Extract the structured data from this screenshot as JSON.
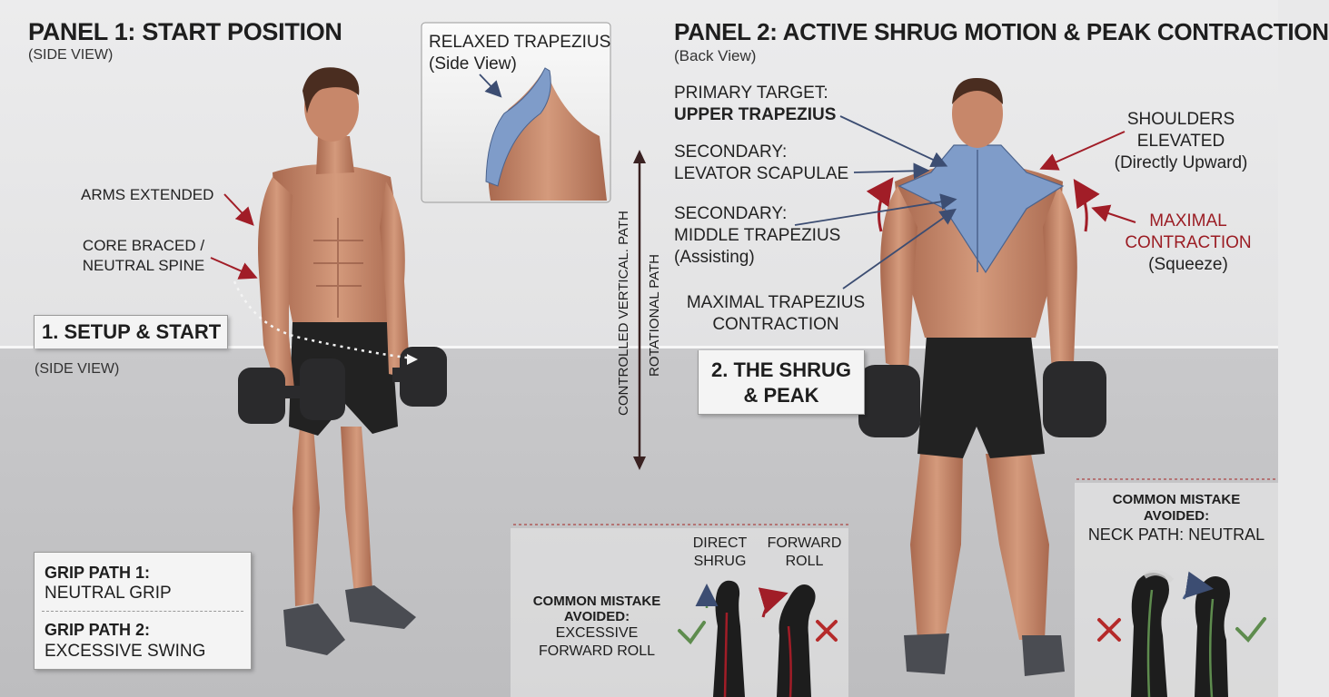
{
  "panel1": {
    "title": "PANEL 1: START POSITION",
    "subtitle": "(SIDE VIEW)",
    "inset": {
      "title": "RELAXED TRAPEZIUS",
      "subtitle": "(Side View)"
    },
    "labels": {
      "arms": "ARMS EXTENDED",
      "core_line1": "CORE BRACED /",
      "core_line2": "NEUTRAL SPINE"
    },
    "step_badge": "1. SETUP & START",
    "step_sub": "(SIDE VIEW)",
    "grip_box": {
      "path1_title": "GRIP PATH 1:",
      "path1_desc": "NEUTRAL GRIP",
      "path2_title": "GRIP PATH 2:",
      "path2_desc": "EXCESSIVE SWING"
    }
  },
  "motion": {
    "vertical": "CONTROLLED VERTICAL. PATH",
    "rotational": "ROTATIONAL PATH"
  },
  "panel2": {
    "title": "PANEL 2: ACTIVE SHRUG MOTION & PEAK CONTRACTION",
    "subtitle": "(Back View)",
    "primary_label": "PRIMARY TARGET:",
    "primary_value": "UPPER TRAPEZIUS",
    "secondary1_label": "SECONDARY:",
    "secondary1_value": "LEVATOR SCAPULAE",
    "secondary2_label": "SECONDARY:",
    "secondary2_value": "MIDDLE TRAPEZIUS",
    "secondary2_note": "(Assisting)",
    "maximal_line1": "MAXIMAL TRAPEZIUS",
    "maximal_line2": "CONTRACTION",
    "shoulders_line1": "SHOULDERS",
    "shoulders_line2": "ELEVATED",
    "shoulders_line3": "(Directly Upward)",
    "max_contraction_line1": "MAXIMAL",
    "max_contraction_line2": "CONTRACTION",
    "max_contraction_line3": "(Squeeze)",
    "step_badge_line1": "2. THE SHRUG",
    "step_badge_line2": "& PEAK"
  },
  "mistake1": {
    "head_line1": "COMMON MISTAKE",
    "head_line2": "AVOIDED:",
    "desc_line1": "EXCESSIVE",
    "desc_line2": "FORWARD ROLL",
    "direct_line1": "DIRECT",
    "direct_line2": "SHRUG",
    "forward_line1": "FORWARD",
    "forward_line2": "ROLL"
  },
  "mistake2": {
    "head_line1": "COMMON MISTAKE",
    "head_line2": "AVOIDED:",
    "neck_path": "NECK PATH:  NEUTRAL"
  },
  "colors": {
    "check": "#5e8c4e",
    "cross": "#b52a2a",
    "arrow_red": "#a11d27",
    "arrow_blue": "#3c4d72",
    "skin": "#c7876a",
    "muscle_blue": "#7f9cc9",
    "shorts": "#1e1e1e"
  },
  "icons": [
    "check-icon",
    "cross-icon",
    "double-arrow-icon"
  ]
}
